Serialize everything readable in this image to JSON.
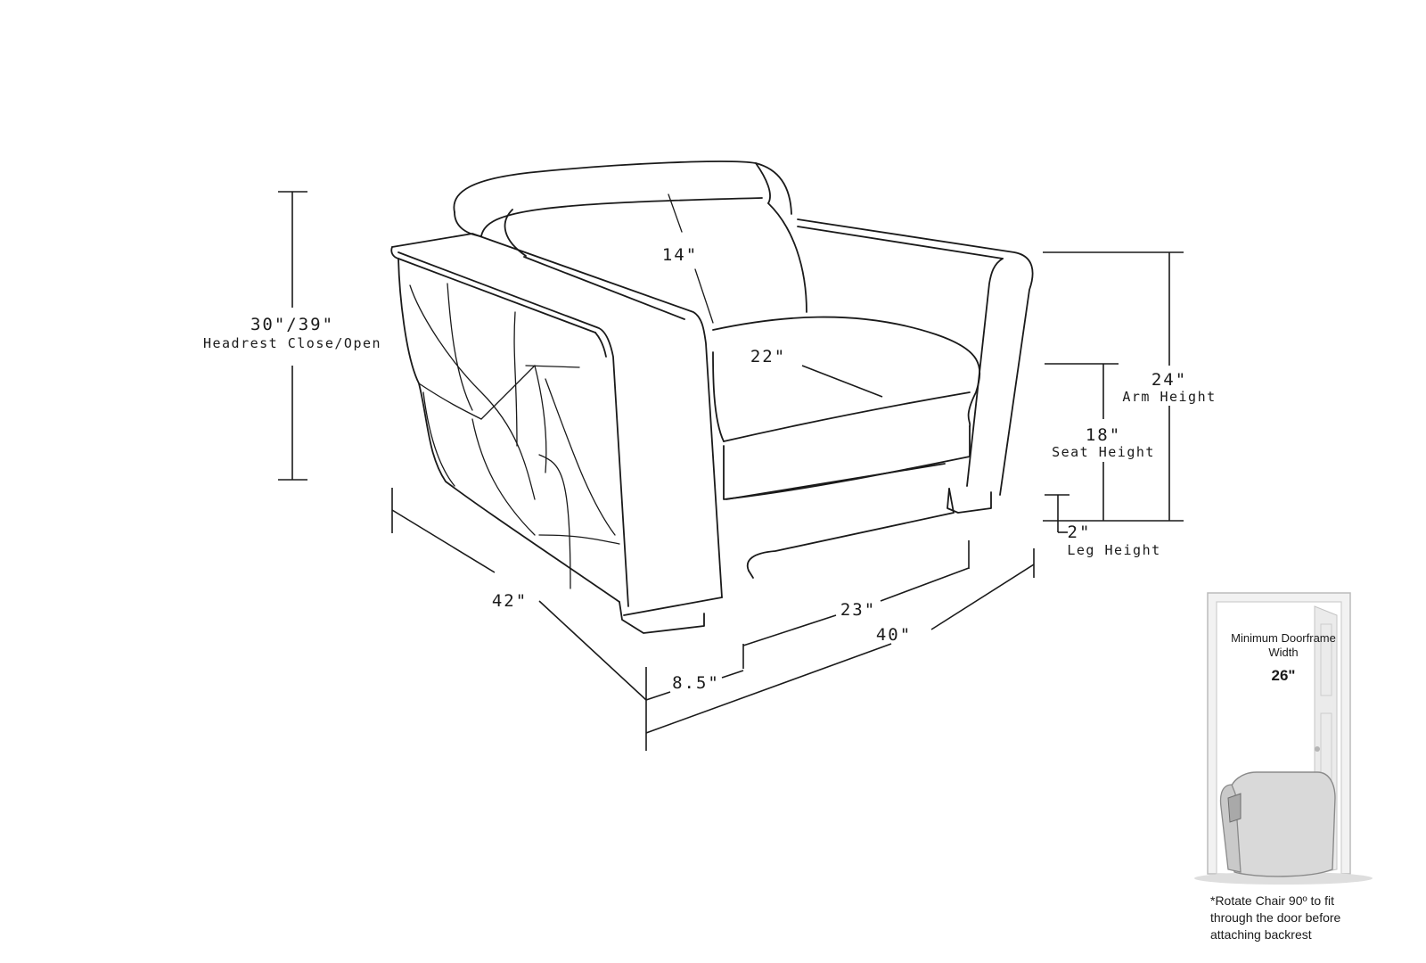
{
  "dimensions": {
    "headrest_tilt": "14\"",
    "seat_depth": "22\"",
    "total_height": "30\"/39\"",
    "total_height_label": "Headrest Close/Open",
    "arm_height": "24\"",
    "arm_height_label": "Arm Height",
    "seat_height": "18\"",
    "seat_height_label": "Seat Height",
    "leg_height": "2\"",
    "leg_height_label": "Leg Height",
    "depth": "42\"",
    "seat_width": "23\"",
    "width": "40\"",
    "arm_width": "8.5\""
  },
  "doorframe": {
    "title_line1": "Minimum Doorframe",
    "title_line2": "Width",
    "value": "26\"",
    "note_line1": "*Rotate Chair 90º to fit",
    "note_line2": "through the door before",
    "note_line3": "attaching backrest"
  }
}
